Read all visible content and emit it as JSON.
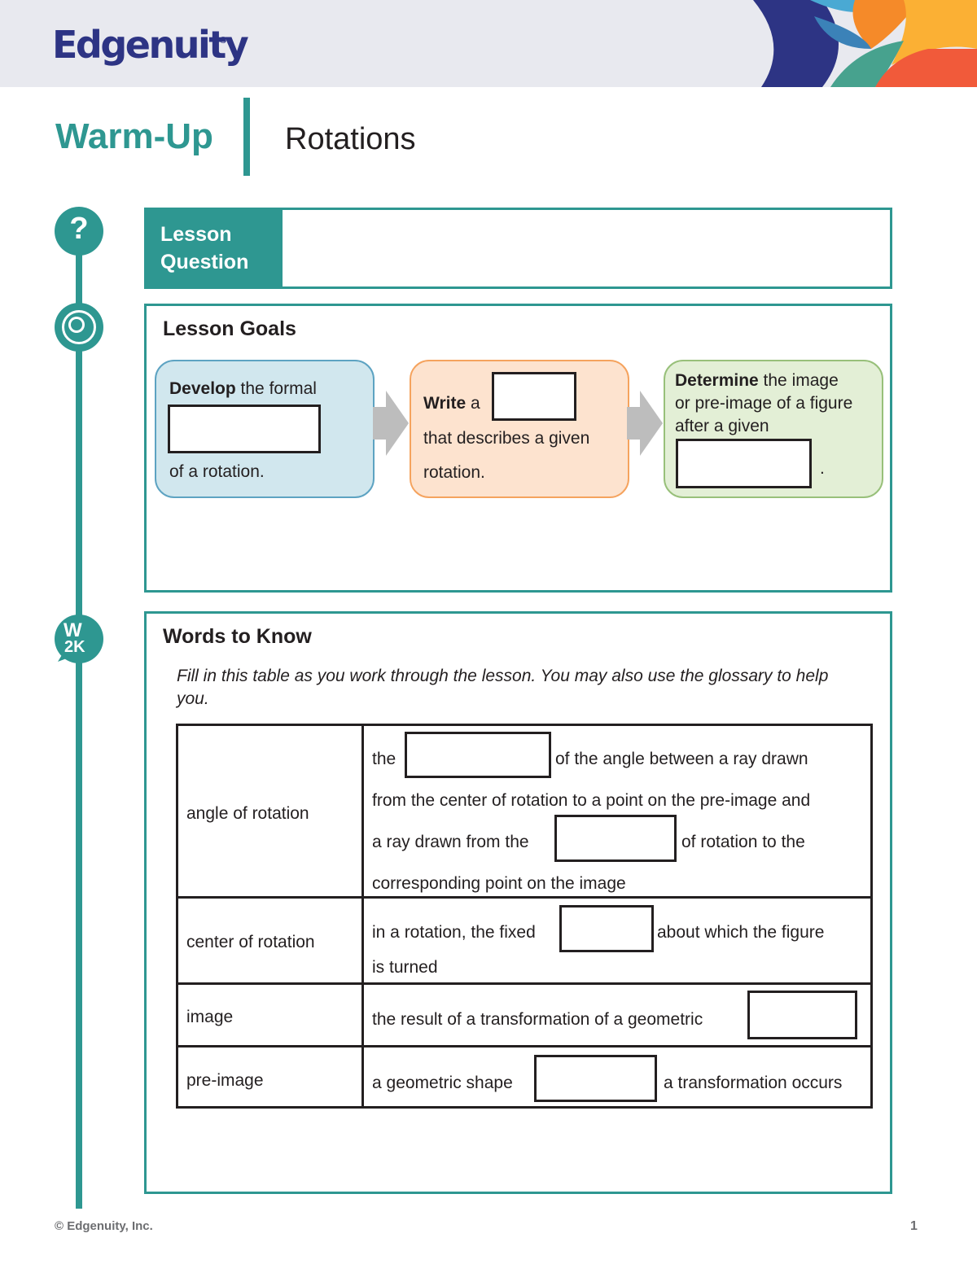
{
  "header": {
    "brand": "Edgenuity",
    "brand_mark": "®",
    "decor_colors": [
      "#2d3484",
      "#4aa9d3",
      "#f15a3a",
      "#fbb034",
      "#47a28e",
      "#f58a29"
    ]
  },
  "title": {
    "section": "Warm-Up",
    "topic": "Rotations"
  },
  "icons": {
    "question": "?",
    "goals": "target-icon",
    "words": "w2k-icon"
  },
  "lesson_question": {
    "label": "Lesson\nQuestion",
    "answer": ""
  },
  "lesson_goals": {
    "title": "Lesson Goals",
    "goal1": {
      "bold": "Develop",
      "line1_rest": " the formal",
      "line2": "of a rotation."
    },
    "goal2": {
      "bold": "Write",
      "line1_rest": " a",
      "line2": "that describes a given",
      "line3": "rotation."
    },
    "goal3": {
      "bold": "Determine",
      "line1_rest": " the image",
      "line2": "or pre-image of a figure",
      "line3": "after a given",
      "period": "."
    }
  },
  "words_to_know": {
    "title": "Words to Know",
    "instructions": "Fill in this table as you work through the lesson. You may also use the glossary to help you.",
    "rows": [
      {
        "term": "angle of rotation",
        "d1a": "the",
        "d1b": "of the angle between a ray drawn",
        "d2": "from the center of rotation to a point on the pre-image and",
        "d3a": "a ray drawn from the",
        "d3b": "of rotation to the",
        "d4": "corresponding point on the image"
      },
      {
        "term": "center of rotation",
        "d1a": "in a rotation, the fixed",
        "d1b": "about which the figure",
        "d2": "is turned"
      },
      {
        "term": "image",
        "d1a": "the result of a transformation of a geometric"
      },
      {
        "term": "pre-image",
        "d1a": "a geometric shape",
        "d1b": "a transformation occurs"
      }
    ]
  },
  "footer": {
    "copyright": "© Edgenuity, Inc.",
    "page": "1"
  }
}
